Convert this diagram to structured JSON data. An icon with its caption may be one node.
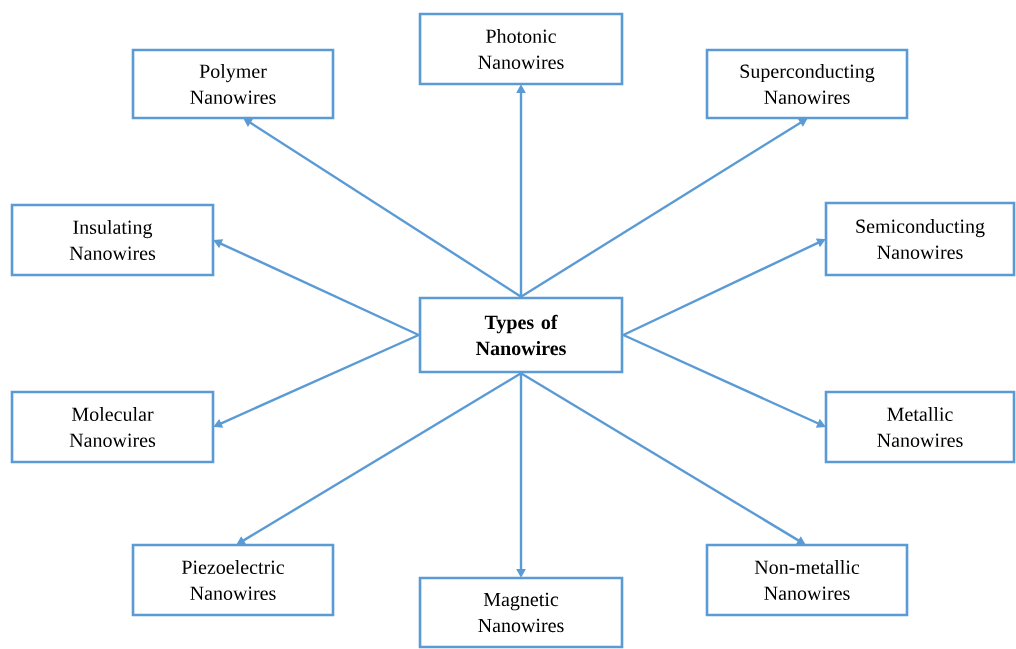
{
  "diagram": {
    "nodes": [
      {
        "text": [
          "Types of Nanowires"
        ]
      },
      {
        "text": [
          "Photonic Nanowires"
        ]
      },
      {
        "text": [
          "Polymer Nanowires"
        ]
      },
      {
        "text": [
          "Superconducting Nanowires"
        ]
      },
      {
        "text": [
          "Insulating Nanowires"
        ]
      },
      {
        "text": [
          "Semiconducting Nanowires"
        ]
      },
      {
        "text": [
          "Molecular Nanowires"
        ]
      },
      {
        "text": [
          "Metallic Nanowires"
        ]
      },
      {
        "text": [
          "Piezoelectric Nanowires"
        ]
      },
      {
        "text": [
          "Non-metallic Nanowires"
        ]
      },
      {
        "text": [
          "Magnetic Nanowires"
        ]
      }
    ],
    "edges": [
      {
        "from": 0,
        "to": 1,
        "arrow": "to"
      },
      {
        "from": 0,
        "to": 2,
        "arrow": "to"
      },
      {
        "from": 0,
        "to": 3,
        "arrow": "to"
      },
      {
        "from": 0,
        "to": 4,
        "arrow": "to"
      },
      {
        "from": 0,
        "to": 5,
        "arrow": "to"
      },
      {
        "from": 0,
        "to": 6,
        "arrow": "to"
      },
      {
        "from": 0,
        "to": 7,
        "arrow": "to"
      },
      {
        "from": 0,
        "to": 8,
        "arrow": "to"
      },
      {
        "from": 0,
        "to": 9,
        "arrow": "to"
      },
      {
        "from": 0,
        "to": 10,
        "arrow": "to"
      }
    ]
  }
}
